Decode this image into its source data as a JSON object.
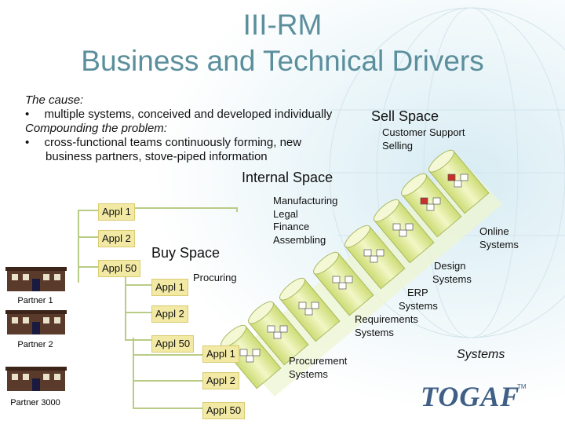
{
  "title": {
    "line1": "III-RM",
    "line2": "Business and Technical Drivers"
  },
  "intro": {
    "cause_label": "The cause:",
    "bullet1": "multiple systems, conceived and developed individually",
    "compounding_label": "Compounding the problem:",
    "bullet2_line1": "cross-functional teams continuously forming, new",
    "bullet2_line2": "business partners, stove-piped information",
    "bullet_char": "•"
  },
  "sell_space": {
    "heading": "Sell Space",
    "line1": "Customer Support",
    "line2": "Selling"
  },
  "internal_space": {
    "heading": "Internal Space",
    "lines": [
      "Manufacturing",
      "Legal",
      "Finance",
      "Assembling"
    ]
  },
  "buy_space": {
    "heading": "Buy Space",
    "procuring": "Procuring"
  },
  "left_appls": [
    "Appl 1",
    "Appl 2",
    "Appl 50"
  ],
  "mid_appls": [
    "Appl 1",
    "Appl 2",
    "Appl 50"
  ],
  "bottom_appls": [
    "Appl 1",
    "Appl 2",
    "Appl 50"
  ],
  "partners": [
    "Partner 1",
    "Partner 2",
    "Partner 3000"
  ],
  "systems": {
    "online": [
      "Online",
      "Systems"
    ],
    "design": [
      "Design",
      "Systems"
    ],
    "erp": [
      "ERP",
      "Systems"
    ],
    "requirements": [
      "Requirements",
      "Systems"
    ],
    "procurement": [
      "Procurement",
      "Systems"
    ],
    "systems_label": "Systems"
  },
  "logo": {
    "text": "TOGAF",
    "tm": "TM"
  },
  "colors": {
    "title": "#5b8f9c",
    "appl_box": "#f2e9a4",
    "cylinder": "#e4ef9a",
    "connector": "#c9d98a",
    "building": "#5a3a2a",
    "logo": "#3f5f86"
  }
}
